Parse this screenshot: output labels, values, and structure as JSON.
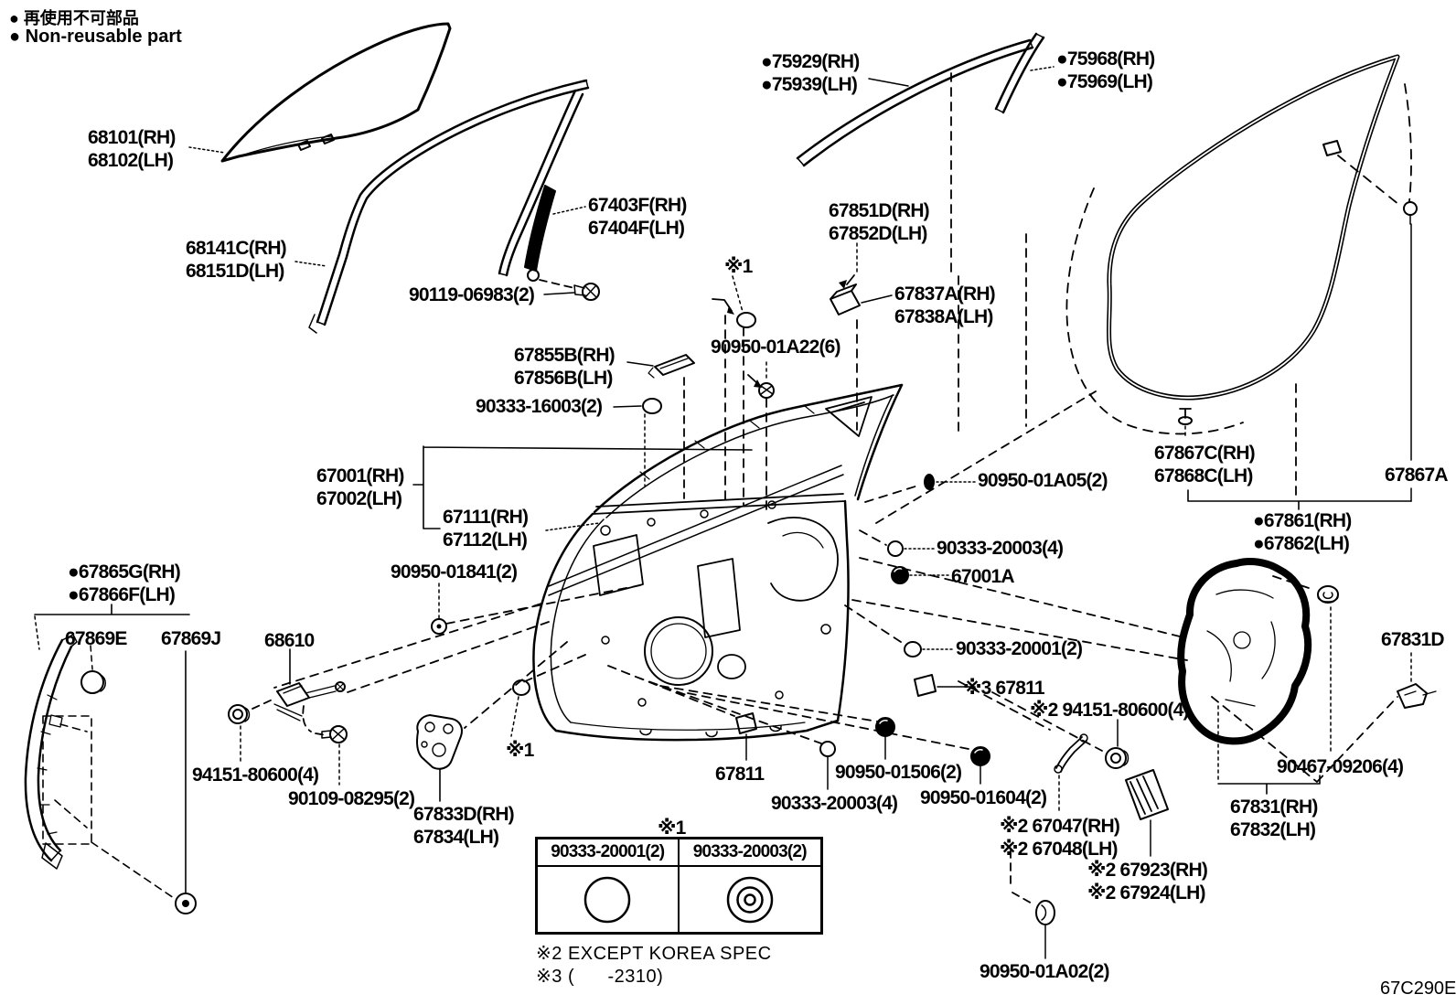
{
  "legend": {
    "jp": "● 再使用不可部品",
    "en": "● Non-reusable part"
  },
  "diagram_code": "67C290E",
  "colors": {
    "ink": "#000000",
    "paper": "#ffffff"
  },
  "labels": {
    "l68101": "68101(RH)\n68102(LH)",
    "l68141": "68141C(RH)\n68151D(LH)",
    "l90119": "90119-06983(2)",
    "l67403": "67403F(RH)\n67404F(LH)",
    "l67855": "67855B(RH)\n67856B(LH)",
    "l90333_16003": "90333-16003(2)",
    "x1_top": "※1",
    "l90950_01a22": "90950-01A22(6)",
    "l67851": "67851D(RH)\n67852D(LH)",
    "l67837": "67837A(RH)\n67838A(LH)",
    "l75929": "●75929(RH)\n●75939(LH)",
    "l75968": "●75968(RH)\n●75969(LH)",
    "l67001": "67001(RH)\n67002(LH)",
    "l67111": "67111(RH)\n67112(LH)",
    "l90950_01841": "90950-01841(2)",
    "l90950_01a05": "90950-01A05(2)",
    "l90333_20003a": "90333-20003(4)",
    "l67001a": "67001A",
    "l90333_20001": "90333-20001(2)",
    "l67811_x3": "※3 67811",
    "l94151_x2": "※2 94151-80600(4)",
    "l67867c": "67867C(RH)\n67868C(LH)",
    "l67867a": "67867A",
    "l67861": "●67861(RH)\n●67862(LH)",
    "l67831d": "67831D",
    "l67865": "●67865G(RH)\n●67866F(LH)",
    "l67869e": "67869E",
    "l67869j": "67869J",
    "l68610": "68610",
    "l94151": "94151-80600(4)",
    "l90109": "90109-08295(2)",
    "l67833": "67833D(RH)\n67834(LH)",
    "x1_mid": "※1",
    "l67811": "67811",
    "l90950_01506": "90950-01506(2)",
    "l90333_20003b": "90333-20003(4)",
    "l90950_01604": "90950-01604(2)",
    "l67047": "※2 67047(RH)\n※2 67048(LH)",
    "l67923": "※2 67923(RH)\n※2 67924(LH)",
    "l90950_01a02": "90950-01A02(2)",
    "l67831": "67831(RH)\n67832(LH)",
    "l90467": "90467-09206(4)"
  },
  "table": {
    "mark": "※1",
    "h1": "90333-20001(2)",
    "h2": "90333-20003(2)",
    "glyph1": "plain-circle",
    "glyph2": "concentric-circles"
  },
  "notes": {
    "n2": "※2 EXCEPT KOREA SPEC",
    "n3": "※3 (      -2310)"
  }
}
